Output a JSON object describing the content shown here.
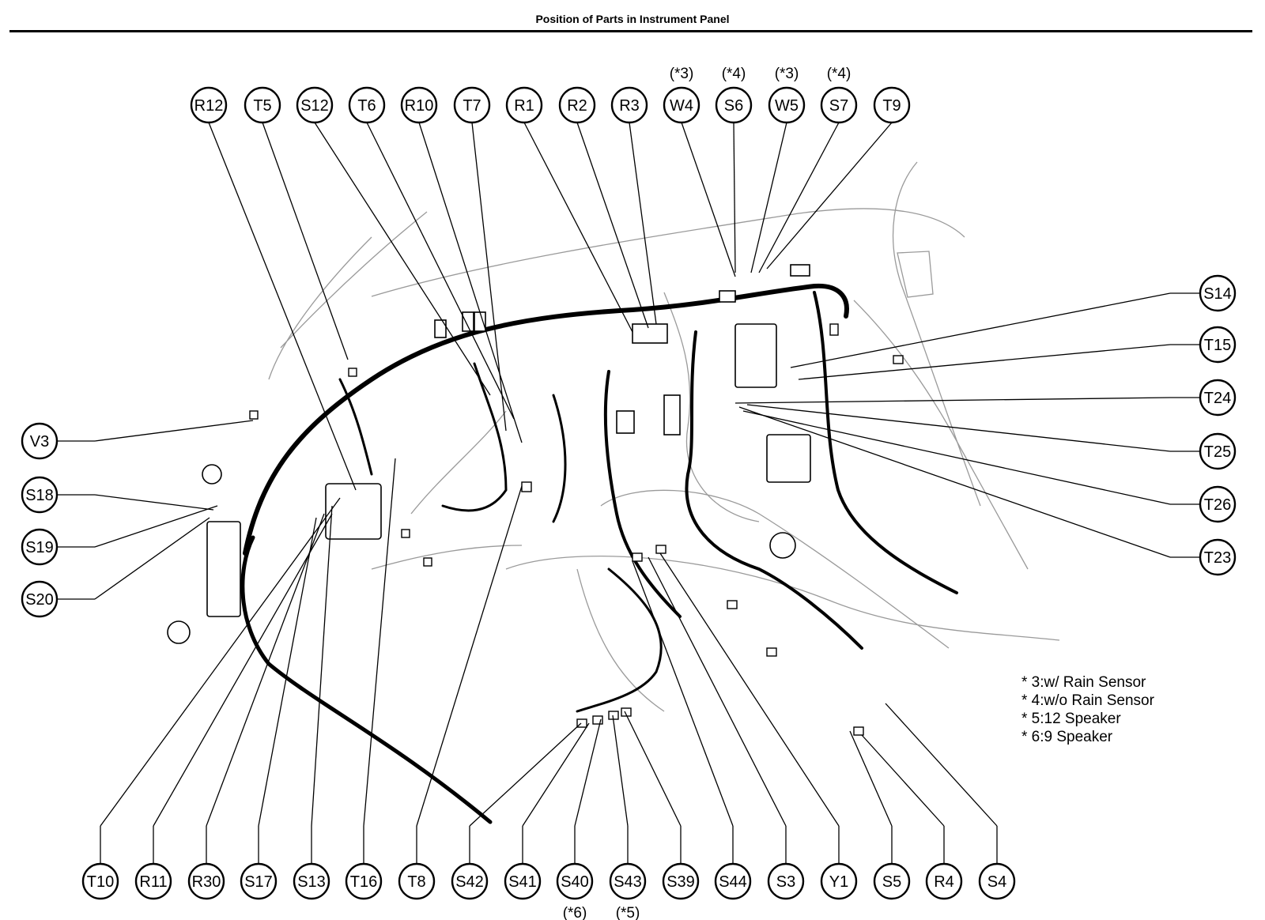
{
  "page": {
    "title": "Position of Parts in Instrument Panel"
  },
  "colors": {
    "ink": "#000000",
    "light_ink": "#9a9a9a",
    "paper": "#ffffff"
  },
  "connectors": {
    "top": [
      {
        "id": "R12",
        "note": ""
      },
      {
        "id": "T5",
        "note": ""
      },
      {
        "id": "S12",
        "note": ""
      },
      {
        "id": "T6",
        "note": ""
      },
      {
        "id": "R10",
        "note": ""
      },
      {
        "id": "T7",
        "note": ""
      },
      {
        "id": "R1",
        "note": ""
      },
      {
        "id": "R2",
        "note": ""
      },
      {
        "id": "R3",
        "note": ""
      },
      {
        "id": "W4",
        "note": "(*3)"
      },
      {
        "id": "S6",
        "note": "(*4)"
      },
      {
        "id": "W5",
        "note": "(*3)"
      },
      {
        "id": "S7",
        "note": "(*4)"
      },
      {
        "id": "T9",
        "note": ""
      }
    ],
    "left": [
      {
        "id": "V3",
        "note": ""
      },
      {
        "id": "S18",
        "note": ""
      },
      {
        "id": "S19",
        "note": ""
      },
      {
        "id": "S20",
        "note": ""
      }
    ],
    "right": [
      {
        "id": "S14",
        "note": ""
      },
      {
        "id": "T15",
        "note": ""
      },
      {
        "id": "T24",
        "note": ""
      },
      {
        "id": "T25",
        "note": ""
      },
      {
        "id": "T26",
        "note": ""
      },
      {
        "id": "T23",
        "note": ""
      }
    ],
    "bottom": [
      {
        "id": "T10",
        "note": ""
      },
      {
        "id": "R11",
        "note": ""
      },
      {
        "id": "R30",
        "note": ""
      },
      {
        "id": "S17",
        "note": ""
      },
      {
        "id": "S13",
        "note": ""
      },
      {
        "id": "T16",
        "note": ""
      },
      {
        "id": "T8",
        "note": ""
      },
      {
        "id": "S42",
        "note": ""
      },
      {
        "id": "S41",
        "note": ""
      },
      {
        "id": "S40",
        "note": "(*6)"
      },
      {
        "id": "S43",
        "note": "(*5)"
      },
      {
        "id": "S39",
        "note": ""
      },
      {
        "id": "S44",
        "note": ""
      },
      {
        "id": "S3",
        "note": ""
      },
      {
        "id": "Y1",
        "note": ""
      },
      {
        "id": "S5",
        "note": ""
      },
      {
        "id": "R4",
        "note": ""
      },
      {
        "id": "S4",
        "note": ""
      }
    ]
  },
  "notes": [
    "* 3:w/ Rain Sensor",
    "* 4:w/o Rain Sensor",
    "* 5:12 Speaker",
    "* 6:9 Speaker"
  ]
}
